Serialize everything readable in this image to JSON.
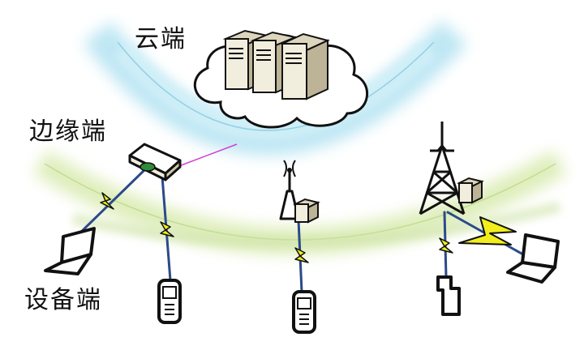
{
  "tiers": {
    "cloud": "云端",
    "edge": "边缘端",
    "device": "设备端"
  },
  "colors": {
    "cloud_band": "#a8dff0",
    "edge_band": "#d9ebb0",
    "device_arc": "#cfe3a8",
    "link_blue": "#2b4a8a",
    "lightning": "#f2ee1c",
    "fiber_link": "#d23cd2",
    "box_fill": "#f2eede",
    "outline": "#111111"
  },
  "icons": [
    "cloud-icon",
    "server-icon",
    "router-icon",
    "access-point-icon",
    "cell-tower-icon",
    "edge-box-icon",
    "laptop-icon",
    "mobile-phone-icon",
    "handset-icon",
    "wireless-link-icon"
  ]
}
